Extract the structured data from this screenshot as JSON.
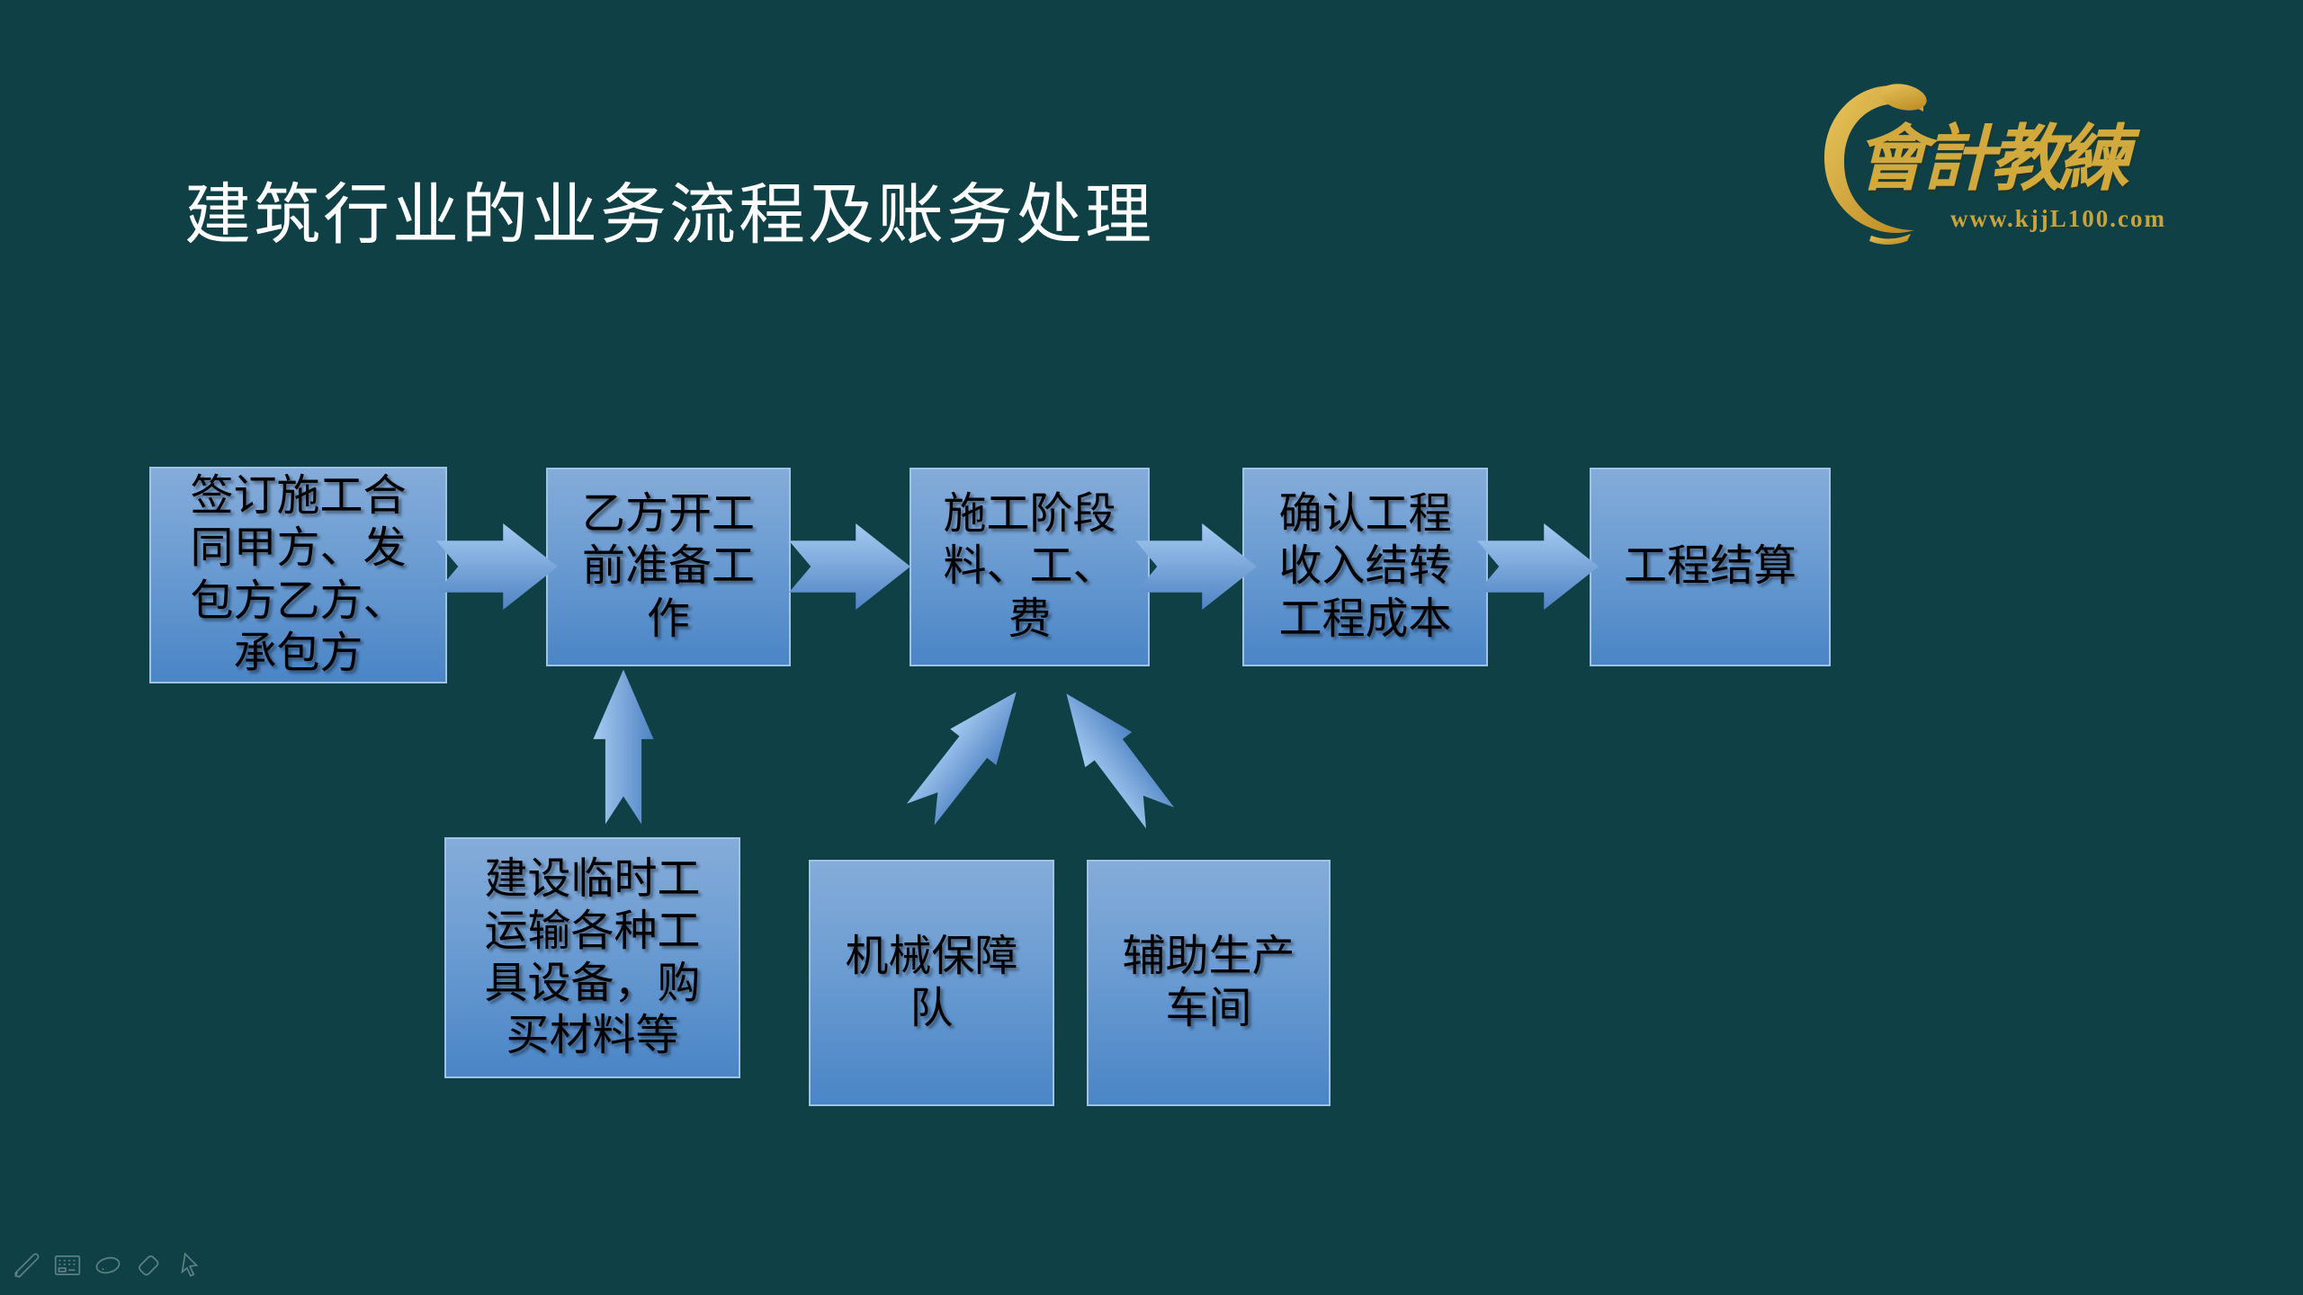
{
  "slide": {
    "title": "建筑行业的业务流程及账务处理"
  },
  "logo": {
    "brand": "會計教練",
    "website": "www.kjjL100.com",
    "gold_color": "#D2A93C"
  },
  "colors": {
    "background": "#0E4045",
    "title_text": "#FFFFFF",
    "box_fill_top": "#85ACDA",
    "box_fill_bottom": "#4A85C6",
    "box_border": "#9FC2E5",
    "box_text": "#000000",
    "arrow_fill_top": "#A6CBF1",
    "arrow_fill_bottom": "#4F83C4"
  },
  "flowchart": {
    "main_steps": [
      {
        "id": "step-1",
        "label": "签订施工合同甲方、发包方乙方、承包方"
      },
      {
        "id": "step-2",
        "label": "乙方开工前准备工作"
      },
      {
        "id": "step-3",
        "label": "施工阶段料、工、费"
      },
      {
        "id": "step-4",
        "label": "确认工程收入结转工程成本"
      },
      {
        "id": "step-5",
        "label": "工程结算"
      }
    ],
    "support_steps": [
      {
        "id": "support-1",
        "label": "建设临时工运输各种工具设备，购买材料等",
        "feeds": "step-2"
      },
      {
        "id": "support-2",
        "label": "机械保障队",
        "feeds": "step-3"
      },
      {
        "id": "support-3",
        "label": "辅助生产车间",
        "feeds": "step-3"
      }
    ]
  },
  "toolbar": {
    "icons": [
      "pen",
      "keyboard-panel",
      "ellipse",
      "eraser",
      "cursor"
    ]
  }
}
